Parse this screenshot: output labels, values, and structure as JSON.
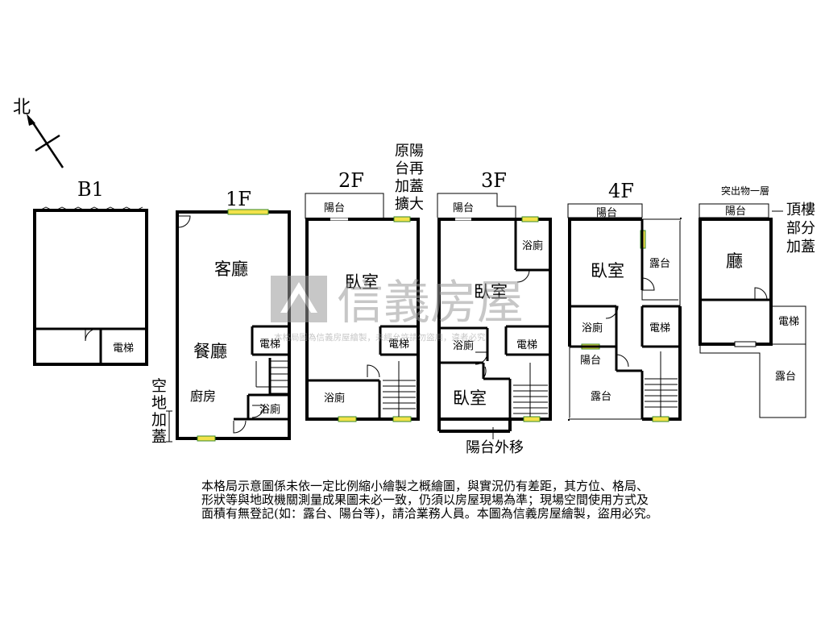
{
  "compass": {
    "label": "北"
  },
  "floors": {
    "b1": {
      "label": "B1",
      "rooms": {
        "elevator": "電梯"
      }
    },
    "f1": {
      "label": "1F",
      "rooms": {
        "living": "客廳",
        "dining": "餐廳",
        "kitchen": "廚房",
        "elevator": "電梯",
        "bath": "浴廁"
      },
      "note": [
        "空",
        "地",
        "加",
        "蓋"
      ]
    },
    "f2": {
      "label": "2F",
      "rooms": {
        "balcony": "陽台",
        "bedroom": "臥室",
        "elevator": "電梯",
        "bath": "浴廁"
      },
      "note": [
        "原陽",
        "台再",
        "加蓋",
        "擴大"
      ]
    },
    "f3": {
      "label": "3F",
      "rooms": {
        "balcony": "陽台",
        "bedroom1": "臥室",
        "bath1": "浴廁",
        "bath2": "浴廁",
        "elevator": "電梯",
        "bedroom2": "臥室"
      },
      "note": "陽台外移"
    },
    "f4": {
      "label": "4F",
      "rooms": {
        "balcony1": "陽台",
        "bedroom": "臥室",
        "terrace1": "露台",
        "bath": "浴廁",
        "elevator": "電梯",
        "balcony2": "陽台",
        "terrace2": "露台"
      }
    },
    "roof": {
      "label": "突出物一層",
      "rooms": {
        "balcony": "陽台",
        "hall": "廳",
        "elevator": "電梯",
        "terrace": "露台"
      },
      "note": [
        "頂樓",
        "部分",
        "加蓋"
      ]
    }
  },
  "watermark": {
    "brand": "信義房屋",
    "text": "本格局圖為信義房屋繪製，未經允許請勿盜用，違者必究"
  },
  "disclaimer": [
    "本格局示意圖係未依一定比例縮小繪製之概繪圖，與實況仍有差距，其方位、格局、",
    "形狀等與地政機關測量成果圖未必一致，仍須以房屋現場為準；現場空間使用方式及",
    "面積有無登記(如：露台、陽台等)，請洽業務人員。本圖為信義房屋繪製，盜用必究。"
  ],
  "colors": {
    "wall": "#000000",
    "window": "#f2e24a",
    "window_edge": "#3a8a2a",
    "watermark": "#9a9a9a"
  }
}
